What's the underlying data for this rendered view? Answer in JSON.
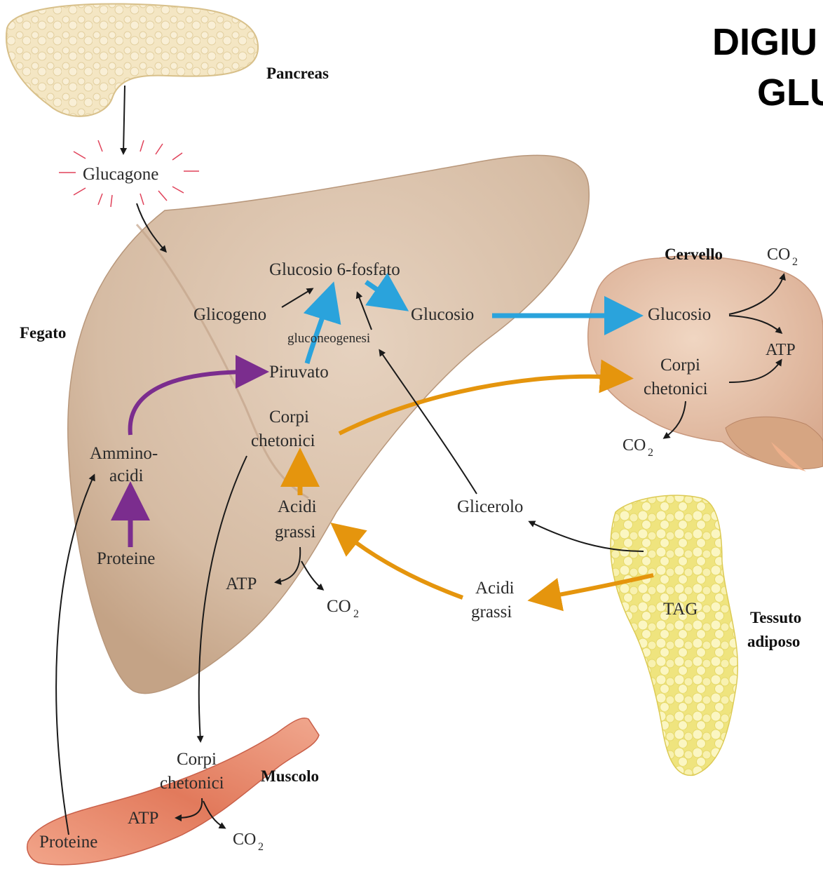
{
  "title": {
    "line1": "DIGIU",
    "line2": "GLU"
  },
  "organs": {
    "pancreas": "Pancreas",
    "liver": "Fegato",
    "brain": "Cervello",
    "muscle": "Muscolo",
    "adipose_line1": "Tessuto",
    "adipose_line2": "adiposo"
  },
  "labels": {
    "glucagone": "Glucagone",
    "glucosio6p": "Glucosio 6-fosfato",
    "glicogeno": "Glicogeno",
    "glucosio_liver": "Glucosio",
    "gluconeogenesi": "gluconeogenesi",
    "piruvato": "Piruvato",
    "corpi_liver": "Corpi",
    "chetonici_liver": "chetonici",
    "ammino": "Ammino-",
    "acidi": "acidi",
    "proteine_liver": "Proteine",
    "acidi_liver": "Acidi",
    "grassi_liver": "grassi",
    "atp_liver": "ATP",
    "co2_liver": "CO",
    "glicerolo": "Glicerolo",
    "acidi_adipose": "Acidi",
    "grassi_adipose": "grassi",
    "tag": "TAG",
    "glucosio_brain": "Glucosio",
    "corpi_brain": "Corpi",
    "chetonici_brain": "chetonici",
    "atp_brain": "ATP",
    "co2_brain_top": "CO",
    "co2_brain_bottom": "CO",
    "corpi_muscle": "Corpi",
    "chetonici_muscle": "chetonici",
    "atp_muscle": "ATP",
    "co2_muscle": "CO",
    "proteine_muscle": "Proteine",
    "subscript_2": "2"
  },
  "colors": {
    "blue_arrow": "#2aa3dc",
    "orange_arrow": "#e5950d",
    "purple_arrow": "#7b2d8e",
    "liver": "#d8bfa8",
    "brain": "#e8c8b0",
    "muscle": "#e98a6c",
    "adipose": "#f3ec9a",
    "pancreas": "#f3e3bd"
  }
}
